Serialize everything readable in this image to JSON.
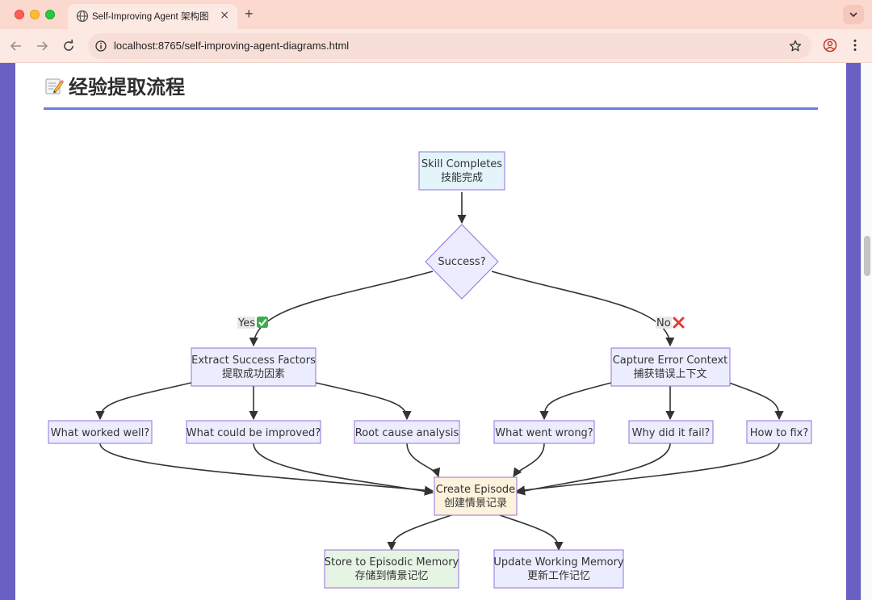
{
  "browser": {
    "tab_title": "Self-Improving Agent 架构图",
    "tab_close": "×",
    "new_tab": "+",
    "url": "localhost:8765/self-improving-agent-diagrams.html"
  },
  "page": {
    "section_title": "经验提取流程",
    "section_icon": "memo-icon"
  },
  "diagram": {
    "nodes": {
      "skill_completes": [
        "Skill Completes",
        "技能完成"
      ],
      "success": [
        "Success?"
      ],
      "extract": [
        "Extract Success Factors",
        "提取成功因素"
      ],
      "capture": [
        "Capture Error Context",
        "捕获错误上下文"
      ],
      "worked_well": [
        "What worked well?"
      ],
      "could_improve": [
        "What could be improved?"
      ],
      "root_cause": [
        "Root cause analysis"
      ],
      "went_wrong": [
        "What went wrong?"
      ],
      "why_fail": [
        "Why did it fail?"
      ],
      "how_fix": [
        "How to fix?"
      ],
      "create_episode": [
        "Create Episode",
        "创建情景记录"
      ],
      "store_episodic": [
        "Store to Episodic Memory",
        "存储到情景记忆"
      ],
      "update_working": [
        "Update Working Memory",
        "更新工作记忆"
      ]
    },
    "edge_labels": {
      "yes": "Yes",
      "no": "No"
    },
    "colors": {
      "default_fill": "#ececff",
      "default_stroke": "#9370db",
      "start_fill": "#e3f4fb",
      "episode_fill": "#fdf2dc",
      "store_fill": "#e6f4e4",
      "edge": "#333333",
      "label_bg": "#e8e8e8"
    }
  }
}
